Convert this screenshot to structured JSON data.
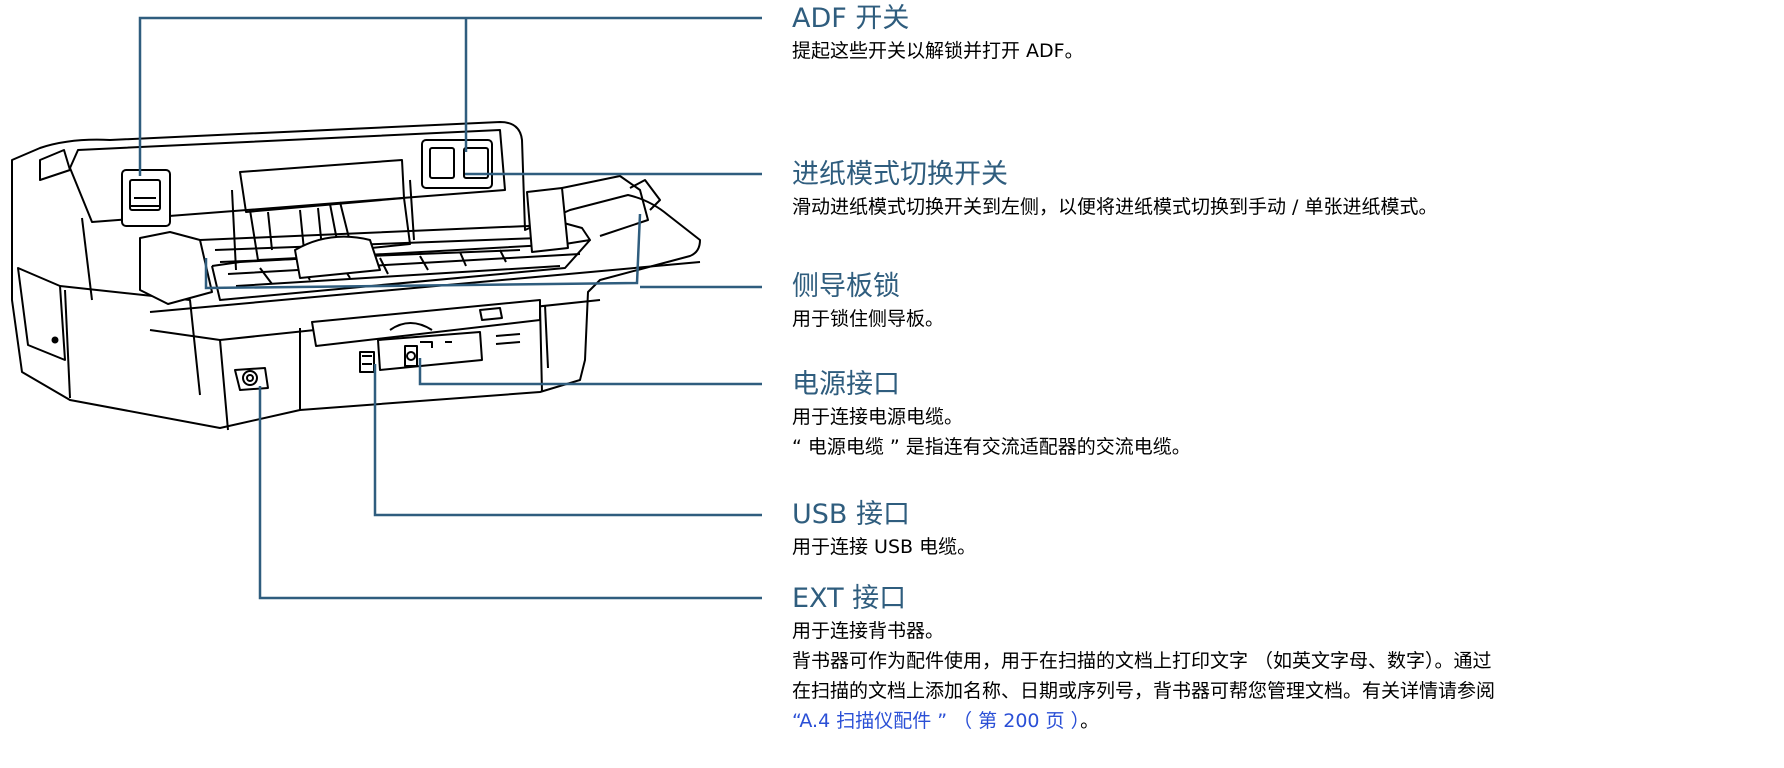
{
  "colors": {
    "leader_line": "#2f5d7e",
    "title": "#2f5d7e",
    "text": "#000000",
    "link": "#2a4fd6",
    "line_art": "#000000"
  },
  "illustration": {
    "icon": "scanner-rear-view-line-art"
  },
  "callouts": [
    {
      "id": "adf",
      "title": "ADF 开关",
      "lines": [
        "提起这些开关以解锁并打开 ADF。"
      ]
    },
    {
      "id": "feed",
      "title": "进纸模式切换开关",
      "lines": [
        "滑动进纸模式切换开关到左侧，以便将进纸模式切换到手动 / 单张进纸模式。"
      ]
    },
    {
      "id": "guide",
      "title": "侧导板锁",
      "lines": [
        "用于锁住侧导板。"
      ]
    },
    {
      "id": "power",
      "title": "电源接口",
      "lines": [
        "用于连接电源电缆。",
        "“ 电源电缆 ” 是指连有交流适配器的交流电缆。"
      ]
    },
    {
      "id": "usb",
      "title": "USB 接口",
      "lines": [
        "用于连接 USB 电缆。"
      ]
    },
    {
      "id": "ext",
      "title": "EXT 接口",
      "lines": [
        "用于连接背书器。",
        "背书器可作为配件使用，用于在扫描的文档上打印文字 （如英文字母、数字）。通过",
        "在扫描的文档上添加名称、日期或序列号，背书器可帮您管理文档。有关详情请参阅"
      ]
    }
  ],
  "reference": {
    "link_text": "“A.4 扫描仪配件 ” （ 第 200 页 ）",
    "suffix": "。"
  }
}
